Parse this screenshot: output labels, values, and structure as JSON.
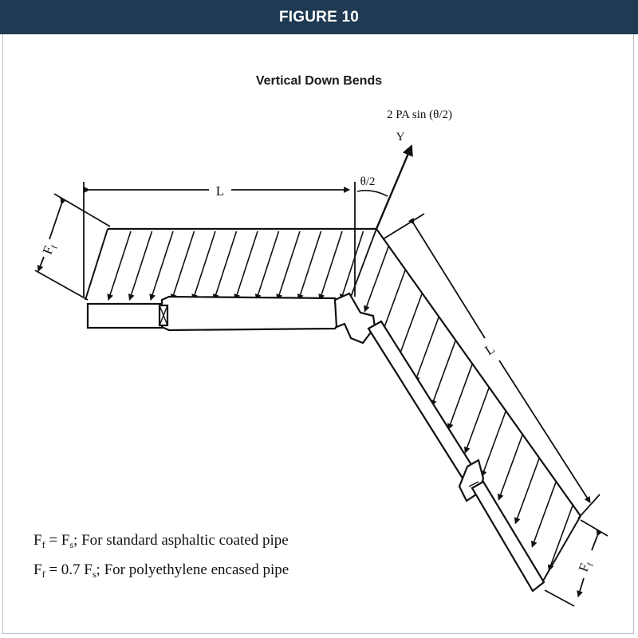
{
  "header": {
    "title": "FIGURE 10"
  },
  "diagram": {
    "title": "Vertical Down Bends",
    "thrust_label": "2 PA sin (θ/2)",
    "axis_label": "Y",
    "angle_label": "θ/2",
    "length_label": "L",
    "friction_label": "F",
    "friction_sub": "f",
    "notes": [
      {
        "lhs": "F",
        "lhs_sub": "f",
        "eq": " = F",
        "rhs_sub": "s",
        "text": "; For standard asphaltic coated pipe"
      },
      {
        "lhs": "F",
        "lhs_sub": "f",
        "eq": " = 0.7 F",
        "rhs_sub": "s",
        "text": "; For polyethylene encased pipe"
      }
    ]
  },
  "colors": {
    "header_bg": "#1f3a52",
    "ink": "#111111"
  }
}
